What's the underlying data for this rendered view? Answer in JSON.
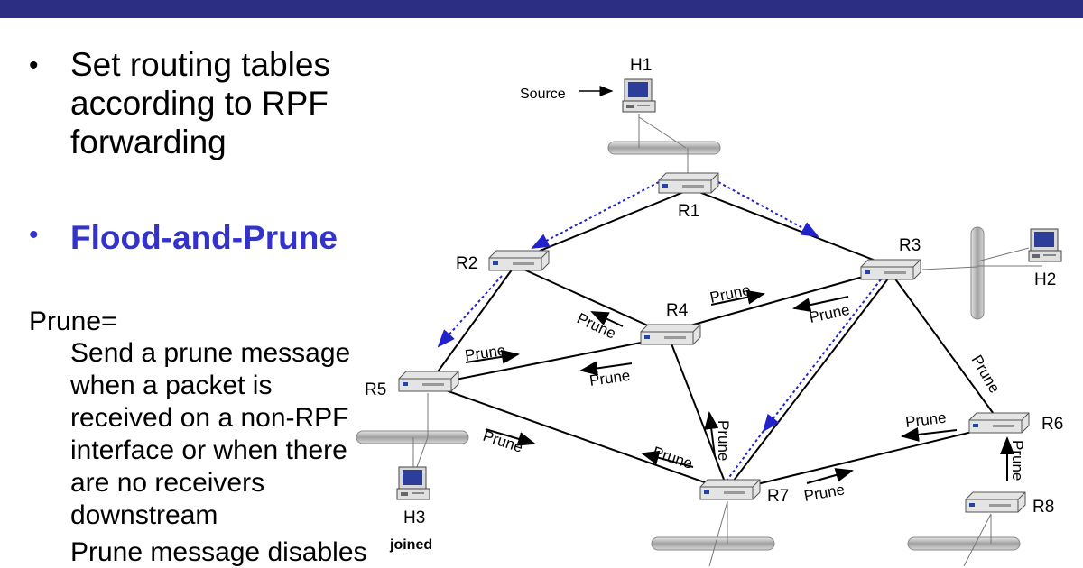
{
  "slide": {
    "bullet_1": "Set routing tables according to RPF forwarding",
    "bullet_1_lines": [
      "Set routing tables",
      "according to RPF",
      "forwarding"
    ],
    "bullet_2": "Flood-and-Prune",
    "prune_title": "Prune=",
    "prune_desc_lines": [
      "Send a prune message",
      "when a packet is",
      "received on a non-RPF",
      "interface or when there",
      "are no receivers",
      "downstream"
    ],
    "prune_note": "Prune message disables"
  },
  "diagram": {
    "source_label": "Source",
    "joined_label": "joined",
    "prune_label": "Prune",
    "hosts": {
      "h1": "H1",
      "h2": "H2",
      "h3": "H3"
    },
    "routers": {
      "r1": "R1",
      "r2": "R2",
      "r3": "R3",
      "r4": "R4",
      "r5": "R5",
      "r6": "R6",
      "r7": "R7",
      "r8": "R8"
    },
    "colors": {
      "header_bar": "#2b2e82",
      "flood_arrow": "#2222cc",
      "bullet_highlight": "#3333cc"
    }
  }
}
